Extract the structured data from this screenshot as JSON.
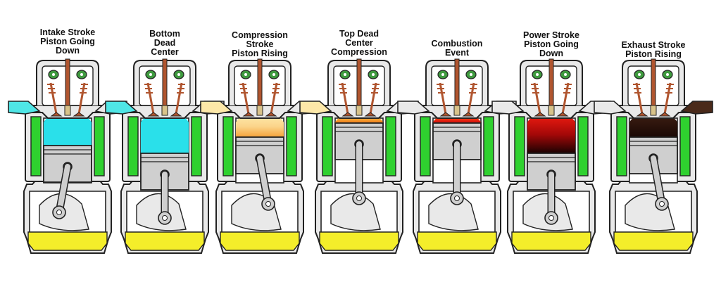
{
  "colors": {
    "background": "#ffffff",
    "outline": "#222222",
    "engine_block": "#e9e9e9",
    "water_jacket": "#2fd12f",
    "oil_sump": "#f4ee2a",
    "piston": "#cfcfcf",
    "valve": "#b0552f",
    "cam": "#3f9a3f",
    "spark_plug": "#d8c38a"
  },
  "stages": [
    {
      "label": "Intake Stroke\nPiston Going\nDown",
      "position": "mid_down",
      "chamber": [
        "#2ae0ea"
      ],
      "intake_flow": "#4fe6e6",
      "exhaust_flow": null
    },
    {
      "label": "Bottom\nDead\nCenter",
      "position": "bottom",
      "chamber": [
        "#2ae0ea"
      ],
      "intake_flow": "#4fe6e6",
      "exhaust_flow": null
    },
    {
      "label": "Compression\nStroke\nPiston Rising",
      "position": "mid_up",
      "chamber": [
        "#fde8a8",
        "#fbd48a",
        "#f5a23a"
      ],
      "intake_flow": "#fde8a8",
      "exhaust_flow": null
    },
    {
      "label": "Top Dead\nCenter\nCompression",
      "position": "top",
      "chamber": [
        "#fdd266",
        "#f5a030",
        "#ef7a1a"
      ],
      "intake_flow": "#fde8a8",
      "exhaust_flow": null
    },
    {
      "label": "Combustion\nEvent",
      "position": "top",
      "chamber": [
        "#f6a21a",
        "#ee2a10",
        "#c80c0c"
      ],
      "intake_flow": null,
      "exhaust_flow": null
    },
    {
      "label": "Power Stroke\nPiston Going\nDown",
      "position": "bottom",
      "chamber": [
        "#e81a10",
        "#a30808",
        "#1a0202"
      ],
      "intake_flow": null,
      "exhaust_flow": null
    },
    {
      "label": "Exhaust Stroke\nPiston Rising",
      "position": "mid_up",
      "chamber": [
        "#3a1c12",
        "#1a0804"
      ],
      "intake_flow": null,
      "exhaust_flow": "#4a2a1a"
    }
  ]
}
